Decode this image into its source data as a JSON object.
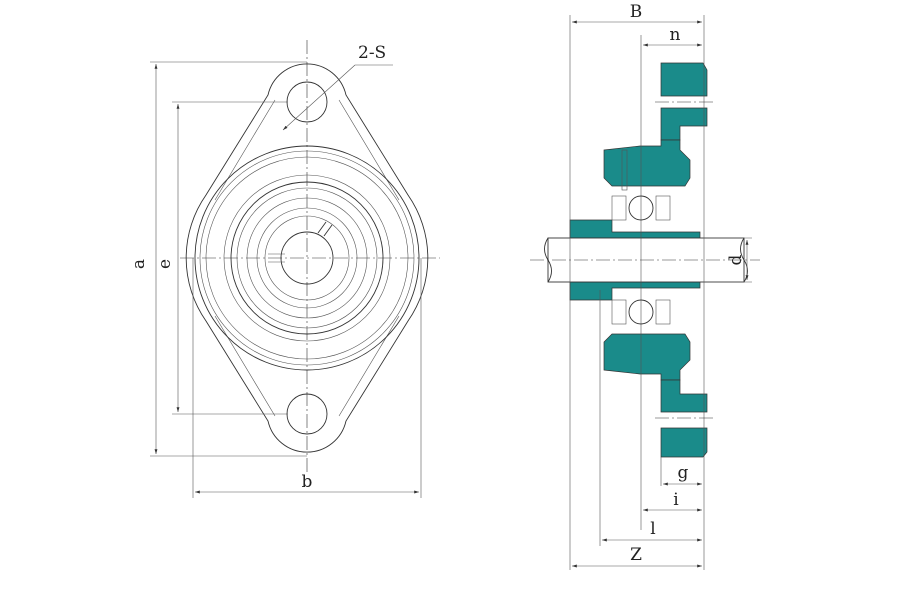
{
  "colors": {
    "section_fill": "#1a8b8a",
    "line": "#333333",
    "background": "#ffffff"
  },
  "labels": {
    "bolt_holes": "2-S",
    "dim_a": "a",
    "dim_e": "e",
    "dim_b": "b",
    "dim_B": "B",
    "dim_n": "n",
    "dim_d": "d",
    "dim_g": "g",
    "dim_i": "i",
    "dim_l": "l",
    "dim_Z": "Z"
  }
}
